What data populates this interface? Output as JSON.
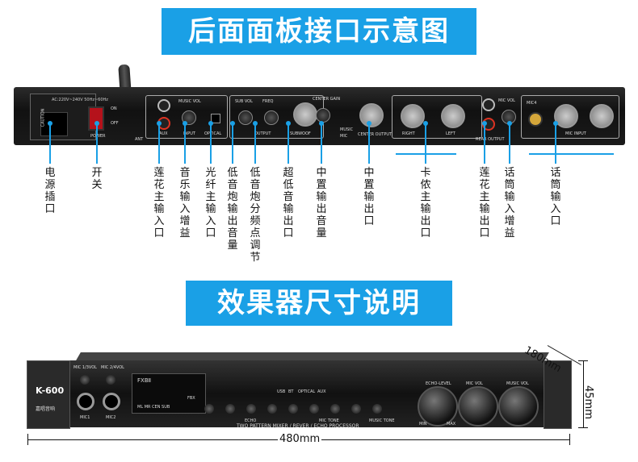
{
  "titles": {
    "rear": "后面面板接口示意图",
    "dimensions": "效果器尺寸说明"
  },
  "rear_panel_print": {
    "power_rating": "AC:220V~240V  50Hz~60Hz",
    "on": "ON",
    "off": "OFF",
    "power": "POWER",
    "ant": "ANT",
    "music_vol": "MUSIC VOL",
    "aux": "AUX",
    "input": "INPUT",
    "optical": "OPTICAL",
    "sub_vol": "SUB VOL",
    "freq": "FREQ",
    "output": "OUTPUT",
    "subwoof": "SUBWOOF",
    "center_gain": "CENTER GAIN",
    "center_output": "CENTER OUTPUT",
    "music": "MUSIC",
    "mic": "MIC",
    "right": "RIGHT",
    "left": "LEFT",
    "rear_output": "REAR OUTPUT",
    "mic_vol": "MIC VOL",
    "mic4": "MIC4",
    "mic_input": "MIC INPUT",
    "caution": "CAUTION"
  },
  "rear_labels": [
    {
      "text": "电源插口"
    },
    {
      "text": "开关"
    },
    {
      "text": "莲花主输入口"
    },
    {
      "text": "音乐输入增益"
    },
    {
      "text": "光纤主输入口"
    },
    {
      "text": "低音炮输出音量"
    },
    {
      "text": "低音炮分频点调节"
    },
    {
      "text": "超低音输出口"
    },
    {
      "text": "中置输出音量"
    },
    {
      "text": "中置输出口"
    },
    {
      "text": "卡侬主输出口"
    },
    {
      "text": "莲花主输出口"
    },
    {
      "text": "话筒输入增益"
    },
    {
      "text": "话筒输入口"
    }
  ],
  "front_panel_print": {
    "logo": "K-600",
    "brand": "嘉唱音响",
    "mic1_vol": "MIC 1/3VOL",
    "mic2_vol": "MIC 2/4VOL",
    "mic1": "MIC1",
    "mic2": "MIC2",
    "model": "FXBⅡ",
    "meter_labels": "ML  MR  CEN  SUB",
    "processor": "TWO PATTERN MIXER / REVER / ECHO PROCESSOR",
    "echo": "ECHO",
    "mic_tone": "MIC TONE",
    "music_tone": "MUSIC TONE",
    "echo_level": "ECHO-LEVEL",
    "mic_vol": "MIC VOL",
    "music_vol": "MUSIC VOL",
    "usb": "USB",
    "bt": "BT",
    "optical": "OPTICAL",
    "aux": "AUX",
    "min": "MIN",
    "max": "MAX",
    "fbx": "FBX"
  },
  "dimensions": {
    "width": "480mm",
    "depth": "180mm",
    "height": "45mm"
  },
  "colors": {
    "accent": "#1aa0e6",
    "device": "#1a1a1a"
  }
}
